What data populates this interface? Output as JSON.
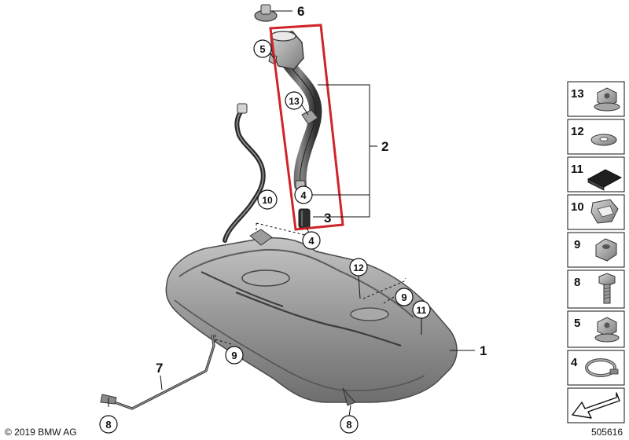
{
  "colors": {
    "highlight": "#d0242a",
    "line": "#111111",
    "metal": "#8c8c8c"
  },
  "callouts": {
    "c1": "1",
    "c2": "2",
    "c3": "3",
    "c4a": "4",
    "c4b": "4",
    "c5": "5",
    "c6": "6",
    "c7": "7",
    "c8a": "8",
    "c8b": "8",
    "c9a": "9",
    "c9b": "9",
    "c10": "10",
    "c11": "11",
    "c12": "12",
    "c13": "13"
  },
  "legend": [
    {
      "num": "13",
      "icon": "flange-nut-icon"
    },
    {
      "num": "12",
      "icon": "washer-icon"
    },
    {
      "num": "11",
      "icon": "foam-pad-icon"
    },
    {
      "num": "10",
      "icon": "clip-icon"
    },
    {
      "num": "9",
      "icon": "hex-nut-icon"
    },
    {
      "num": "8",
      "icon": "bolt-icon"
    },
    {
      "num": "5",
      "icon": "collar-nut-icon"
    },
    {
      "num": "4",
      "icon": "hose-clamp-icon"
    }
  ],
  "footer": {
    "copyright": "© 2019 BMW AG",
    "diagram_number": "505616"
  }
}
